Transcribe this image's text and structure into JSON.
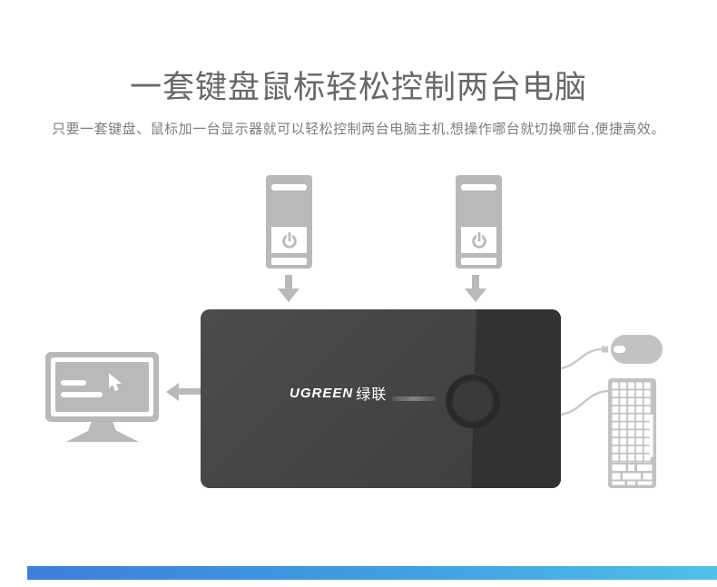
{
  "header": {
    "title": "一套键盘鼠标轻松控制两台电脑",
    "subtitle": "只要一套键盘、鼠标加一台显示器就可以轻松控制两台电脑主机,想操作哪台就切换哪台,便捷高效。"
  },
  "device": {
    "brand_latin": "UGREEN",
    "brand_cn": "绿联",
    "body_color_left": "#454547",
    "body_color_right": "#323234",
    "button": "round-switch-button",
    "indicator": "led-pill"
  },
  "diagram": {
    "icons": [
      "pc-tower-icon",
      "pc-tower-icon",
      "down-arrow-icon",
      "down-arrow-icon",
      "left-arrow-icon",
      "monitor-icon",
      "mouse-cursor-icon",
      "mouse-icon",
      "keyboard-icon",
      "power-icon",
      "cable-line"
    ],
    "connections": [
      "pc-1 -> kvm-switch",
      "pc-2 -> kvm-switch",
      "kvm-switch -> monitor",
      "mouse -> kvm-switch",
      "keyboard -> kvm-switch"
    ]
  },
  "colors": {
    "icon_gray": "#b9b9b9",
    "peripheral_gray": "#c2c2c2",
    "cable_gray": "#c9c9c9",
    "title_text": "#686868",
    "subtitle_text": "#7d7d7d",
    "accent_bar_left": "#3d7edb",
    "accent_bar_right": "#4fc0e8",
    "background": "#ffffff"
  }
}
